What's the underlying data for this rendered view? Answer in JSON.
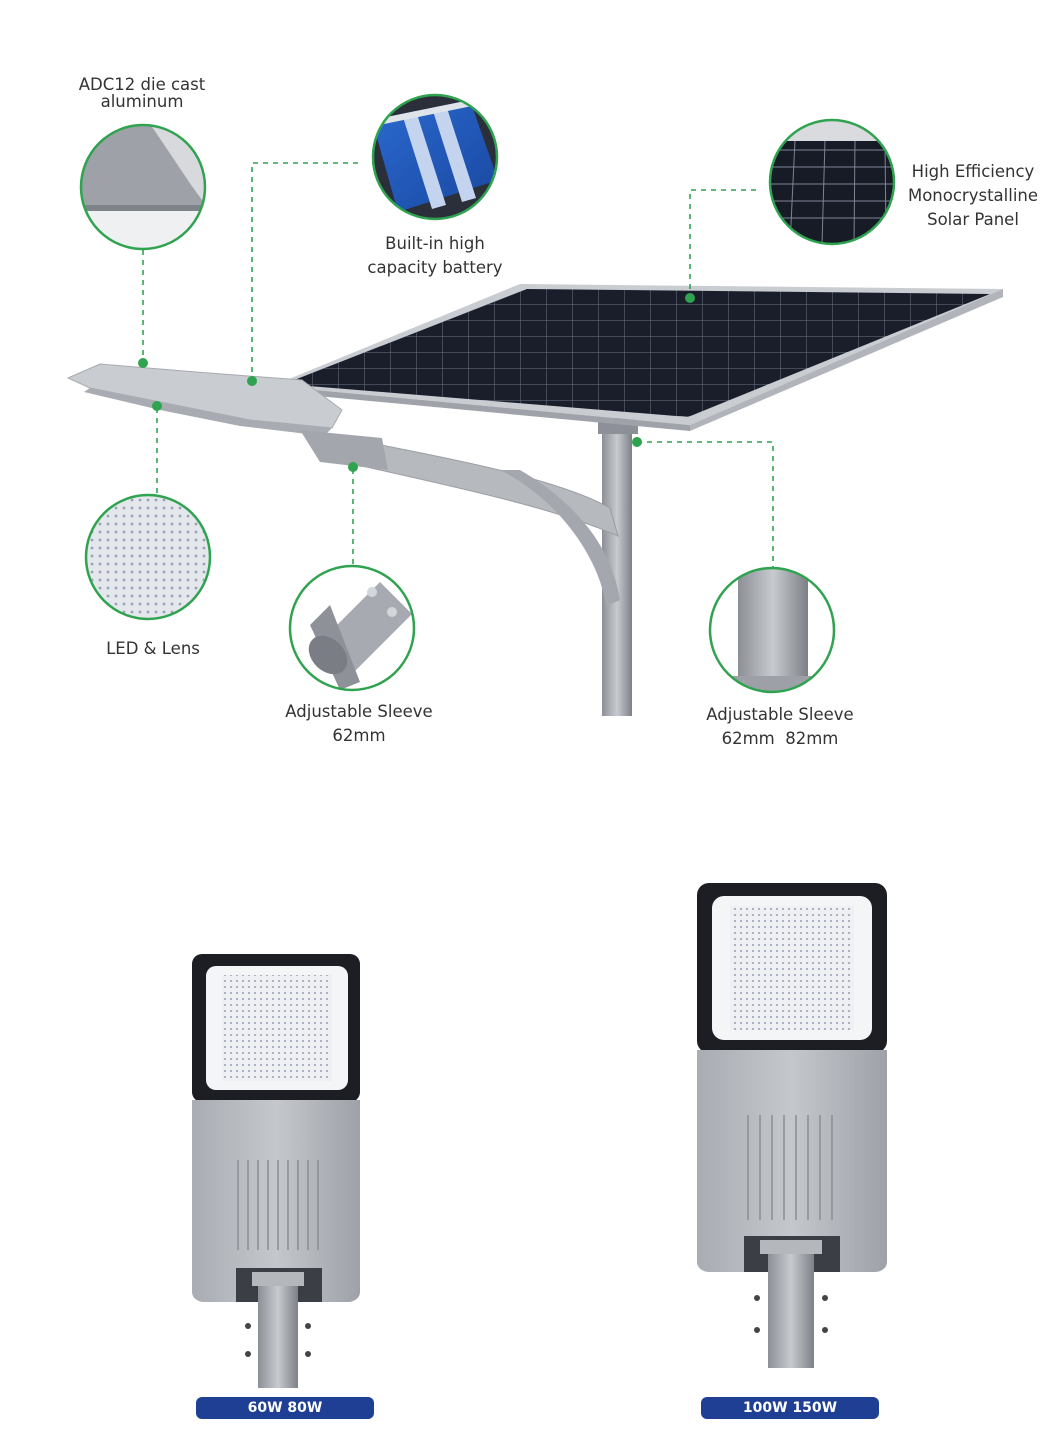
{
  "callouts": {
    "aluminum": {
      "lines": [
        "ADC12 die cast",
        "aluminum"
      ]
    },
    "battery": {
      "lines": [
        "Built-in high",
        "capacity battery"
      ]
    },
    "solar_panel": {
      "lines": [
        "High Efficiency",
        "Monocrystalline",
        "Solar Panel"
      ]
    },
    "led": {
      "lines": [
        "LED & Lens"
      ]
    },
    "sleeve_62": {
      "lines": [
        "Adjustable Sleeve",
        "62mm"
      ]
    },
    "sleeve_pole": {
      "lines": [
        "Adjustable Sleeve",
        "62mm  82mm"
      ]
    }
  },
  "models": [
    {
      "label": "60W 80W"
    },
    {
      "label": "100W 150W"
    }
  ],
  "colors": {
    "accent_green": "#2fa34f",
    "badge_blue": "#1e3f93",
    "panel_dark": "#1b1f2c",
    "housing_gray": "#b9bdc3"
  }
}
